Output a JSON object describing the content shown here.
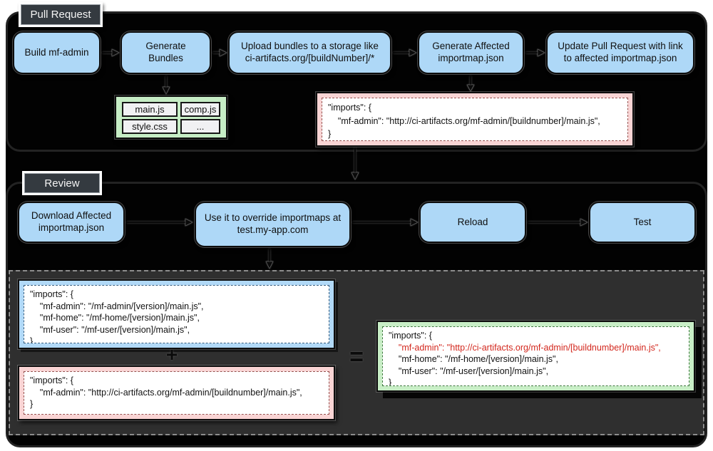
{
  "sections": {
    "pull_request": {
      "label": "Pull Request"
    },
    "review": {
      "label": "Review"
    }
  },
  "pull_request_flow": {
    "build": "Build mf-admin",
    "generate_bundles": "Generate Bundles",
    "upload": "Upload bundles to a storage like ci-artifacts.org/[buildNumber]/*",
    "generate_affected": "Generate Affected importmap.json",
    "update_pr": "Update Pull Request with link to affected importmap.json"
  },
  "bundle_files": {
    "file1": "main.js",
    "file2": "comp.js",
    "file3": "style.css",
    "file4": "..."
  },
  "review_flow": {
    "download": "Download Affected importmap.json",
    "override": "Use it to override importmaps at test.my-app.com",
    "reload": "Reload",
    "test": "Test"
  },
  "operators": {
    "plus": "+",
    "equals": "="
  },
  "code_boxes": {
    "affected_importmap_top": {
      "lines": [
        {
          "text": "\"imports\": {"
        },
        {
          "text": "    \"mf-admin\": \"http://ci-artifacts.org/mf-admin/[buildnumber]/main.js\","
        },
        {
          "text": "}"
        }
      ]
    },
    "base_importmap": {
      "lines": [
        {
          "text": "\"imports\": {"
        },
        {
          "text": "    \"mf-admin\": \"/mf-admin/[version]/main.js\","
        },
        {
          "text": "    \"mf-home\": \"/mf-home/[version]/main.js\","
        },
        {
          "text": "    \"mf-user\": \"/mf-user/[version]/main.js\","
        },
        {
          "text": "}"
        }
      ]
    },
    "affected_importmap_bottom": {
      "lines": [
        {
          "text": "\"imports\": {"
        },
        {
          "text": "    \"mf-admin\": \"http://ci-artifacts.org/mf-admin/[buildnumber]/main.js\","
        },
        {
          "text": "}"
        }
      ]
    },
    "merged_importmap": {
      "lines": [
        {
          "text": "\"imports\": {"
        },
        {
          "text": "    \"mf-admin\": \"http://ci-artifacts.org/mf-admin/[buildnumber]/main.js\",",
          "red": true
        },
        {
          "text": "    \"mf-home\": \"/mf-home/[version]/main.js\","
        },
        {
          "text": "    \"mf-user\": \"/mf-user/[version]/main.js\","
        },
        {
          "text": "}"
        }
      ]
    }
  },
  "colors": {
    "node_blue": "#aed8f7",
    "bundle_green": "#c6edc5",
    "code_pink_bg": "#f9d4d4",
    "code_blue_bg": "#b1d9f7",
    "code_green_bg": "#c8eec6",
    "section_tag_dark": "#343a40",
    "dark_panel": "#2f2f2f",
    "code_red": "#d3281e",
    "diagram_bg": "#020202"
  }
}
